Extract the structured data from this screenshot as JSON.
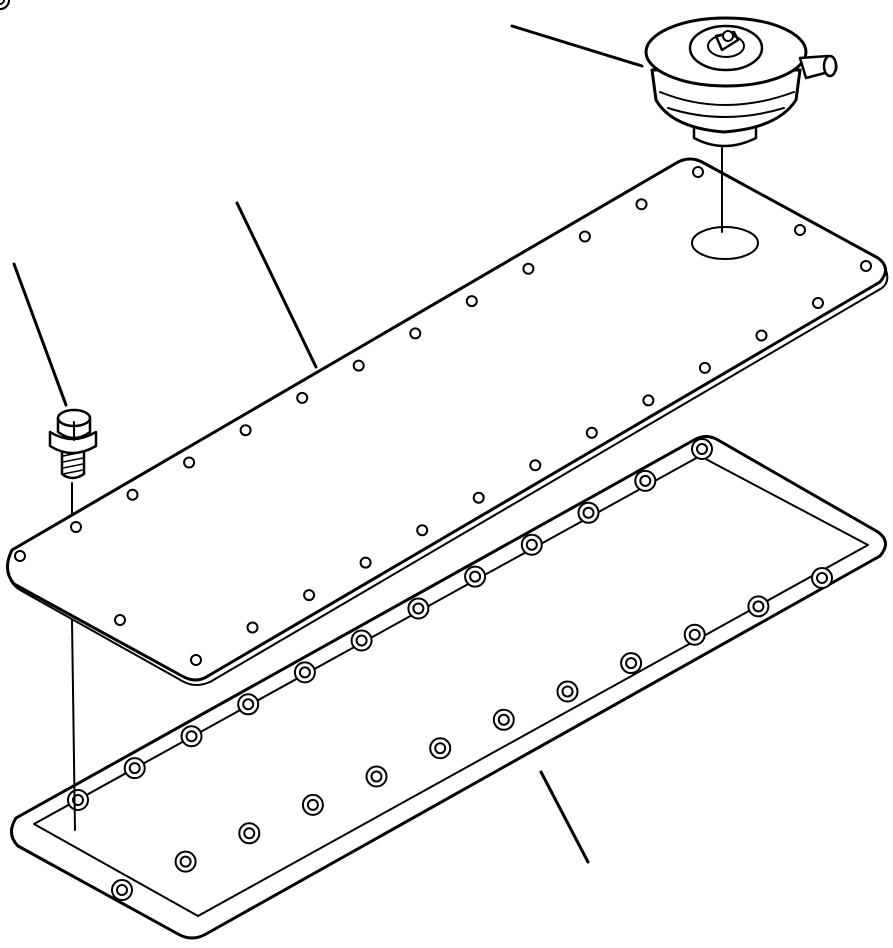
{
  "diagram": {
    "kind": "exploded-parts-view",
    "line_color": "#000000",
    "background": "#ffffff",
    "parts": [
      {
        "id": "breather",
        "icon": "breather-icon"
      },
      {
        "id": "cover-plate",
        "icon": "cover-plate-icon"
      },
      {
        "id": "bolt",
        "icon": "bolt-icon"
      },
      {
        "id": "gasket",
        "icon": "gasket-icon"
      }
    ]
  }
}
